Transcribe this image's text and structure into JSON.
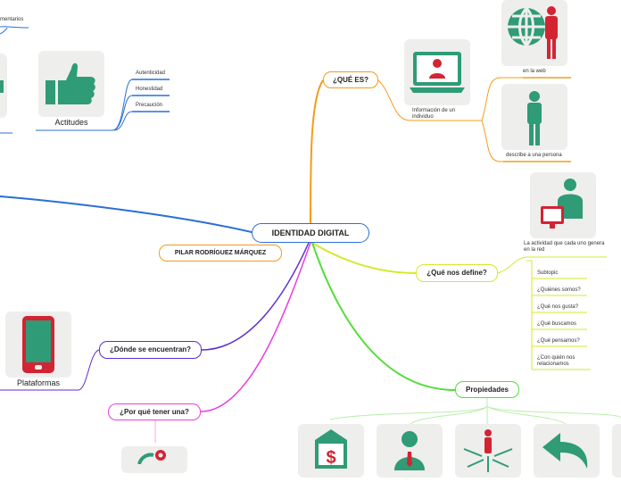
{
  "central": "IDENTIDAD DIGITAL",
  "author": "PILAR RODRÍGUEZ MÁRQUEZ",
  "top_left_partial": "mentarios",
  "actitudes": {
    "label": "Actitudes",
    "items": [
      "Autenticidad",
      "Honestidad",
      "Precaución"
    ]
  },
  "que_es": {
    "label": "¿QUÉ ES?",
    "caption": "Información de un individuo",
    "items": [
      "en la web",
      "describe a una persona"
    ]
  },
  "que_define": {
    "label": "¿Qué nos define?",
    "caption": "La actividad que cada uno genera en la red",
    "items": [
      "Subtopic",
      "¿Quiénes somos?",
      "¿Qué nos gusta?",
      "¿Qué buscamos",
      "¿Qué pensamos?",
      "¿Con quién nos relacionamos"
    ]
  },
  "donde": {
    "label": "¿Dónde se encuentran?",
    "item": "Plataformas"
  },
  "por_que": {
    "label": "¿Por qué tener una?"
  },
  "propiedades": {
    "label": "Propiedades"
  },
  "colors": {
    "orange": "#f39c1a",
    "blue": "#2a6fd6",
    "yellowgreen": "#d4ea2a",
    "green": "#55dd3c",
    "purple": "#5b2ed1",
    "magenta": "#e83de0",
    "teal": "#2f9b77",
    "red": "#d32433"
  }
}
